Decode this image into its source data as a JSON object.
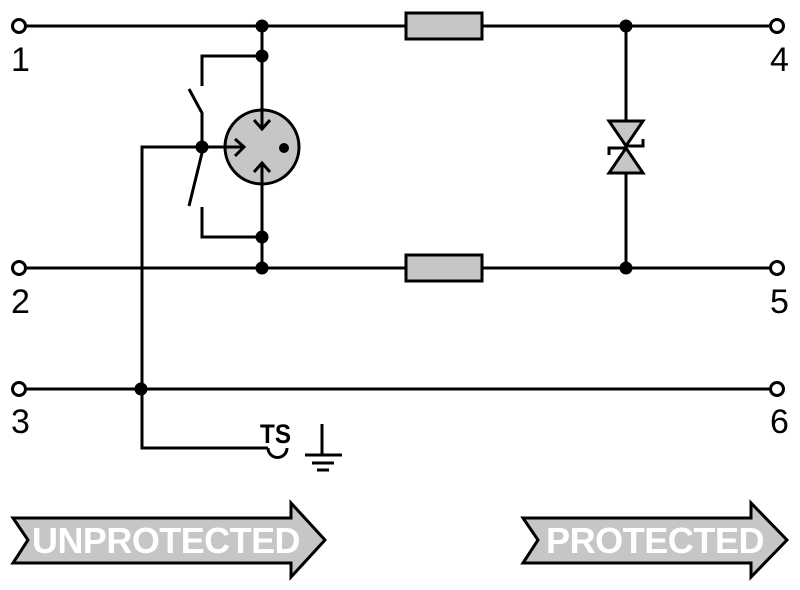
{
  "terminals": {
    "left": [
      {
        "label": "1"
      },
      {
        "label": "2"
      },
      {
        "label": "3"
      }
    ],
    "right": [
      {
        "label": "4"
      },
      {
        "label": "5"
      },
      {
        "label": "6"
      }
    ]
  },
  "labels": {
    "disconnect_contact": "TS"
  },
  "banners": {
    "unprotected": "UNPROTECTED",
    "protected": "PROTECTED"
  },
  "components": [
    "gas-discharge-tube",
    "thermal-disconnect-switch",
    "decoupling-fuse-line-1",
    "decoupling-fuse-line-2",
    "suppressor-diode",
    "ts-disconnect-contact",
    "earth-ground"
  ],
  "colors": {
    "wire": "#000000",
    "component_fill": "#c6c6c6",
    "banner_fill": "#c6c6c6",
    "banner_text": "#ffffff",
    "background": "#ffffff"
  }
}
